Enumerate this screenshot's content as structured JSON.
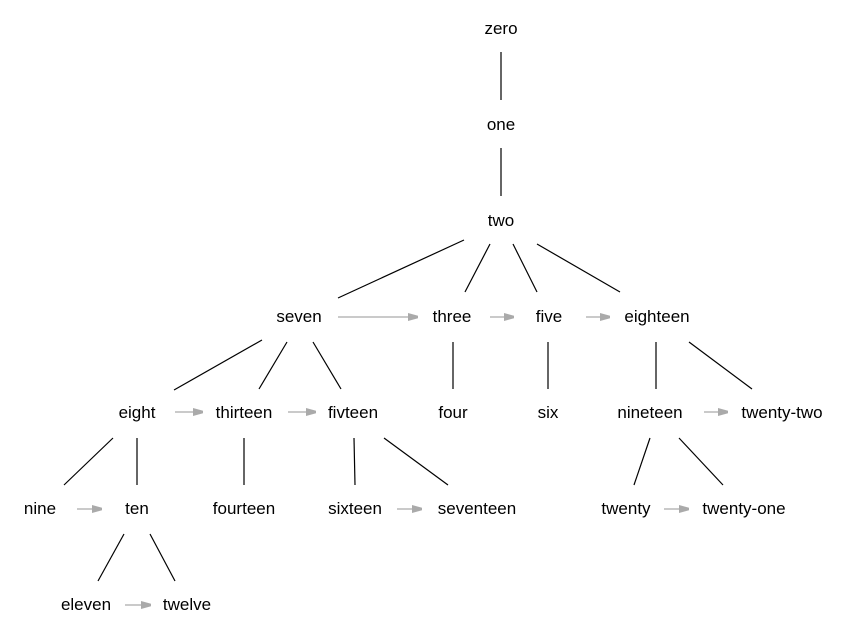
{
  "diagram": {
    "type": "tree",
    "colors": {
      "tree_edge": "#000000",
      "sibling_arrow": "#aaaaaa"
    },
    "nodes": [
      "zero",
      "one",
      "two",
      "seven",
      "three",
      "five",
      "eighteen",
      "eight",
      "thirteen",
      "fivteen",
      "four",
      "six",
      "nineteen",
      "twenty-two",
      "nine",
      "ten",
      "fourteen",
      "sixteen",
      "seventeen",
      "twenty",
      "twenty-one",
      "eleven",
      "twelve"
    ],
    "edges": [
      {
        "from": "zero",
        "to": "one",
        "kind": "child"
      },
      {
        "from": "one",
        "to": "two",
        "kind": "child"
      },
      {
        "from": "two",
        "to": "seven",
        "kind": "child"
      },
      {
        "from": "two",
        "to": "three",
        "kind": "child"
      },
      {
        "from": "two",
        "to": "five",
        "kind": "child"
      },
      {
        "from": "two",
        "to": "eighteen",
        "kind": "child"
      },
      {
        "from": "seven",
        "to": "eight",
        "kind": "child"
      },
      {
        "from": "seven",
        "to": "thirteen",
        "kind": "child"
      },
      {
        "from": "seven",
        "to": "fivteen",
        "kind": "child"
      },
      {
        "from": "three",
        "to": "four",
        "kind": "child"
      },
      {
        "from": "five",
        "to": "six",
        "kind": "child"
      },
      {
        "from": "eighteen",
        "to": "nineteen",
        "kind": "child"
      },
      {
        "from": "eighteen",
        "to": "twenty-two",
        "kind": "child"
      },
      {
        "from": "eight",
        "to": "nine",
        "kind": "child"
      },
      {
        "from": "eight",
        "to": "ten",
        "kind": "child"
      },
      {
        "from": "thirteen",
        "to": "fourteen",
        "kind": "child"
      },
      {
        "from": "fivteen",
        "to": "sixteen",
        "kind": "child"
      },
      {
        "from": "fivteen",
        "to": "seventeen",
        "kind": "child"
      },
      {
        "from": "nineteen",
        "to": "twenty",
        "kind": "child"
      },
      {
        "from": "nineteen",
        "to": "twenty-one",
        "kind": "child"
      },
      {
        "from": "ten",
        "to": "eleven",
        "kind": "child"
      },
      {
        "from": "ten",
        "to": "twelve",
        "kind": "child"
      },
      {
        "from": "seven",
        "to": "three",
        "kind": "sibling"
      },
      {
        "from": "three",
        "to": "five",
        "kind": "sibling"
      },
      {
        "from": "five",
        "to": "eighteen",
        "kind": "sibling"
      },
      {
        "from": "eight",
        "to": "thirteen",
        "kind": "sibling"
      },
      {
        "from": "thirteen",
        "to": "fivteen",
        "kind": "sibling"
      },
      {
        "from": "nineteen",
        "to": "twenty-two",
        "kind": "sibling"
      },
      {
        "from": "nine",
        "to": "ten",
        "kind": "sibling"
      },
      {
        "from": "sixteen",
        "to": "seventeen",
        "kind": "sibling"
      },
      {
        "from": "twenty",
        "to": "twenty-one",
        "kind": "sibling"
      },
      {
        "from": "eleven",
        "to": "twelve",
        "kind": "sibling"
      }
    ]
  }
}
